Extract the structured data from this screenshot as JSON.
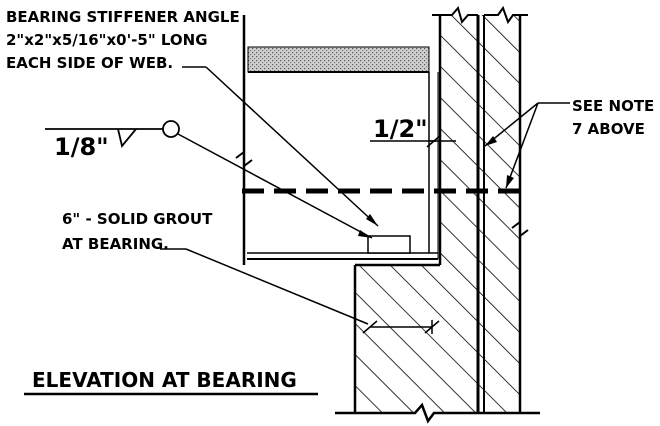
{
  "colors": {
    "line": "#000000",
    "background": "#ffffff",
    "concrete_fill": "#bdbdbd"
  },
  "labels": {
    "stiffener_line1": "BEARING STIFFENER ANGLE",
    "stiffener_line2": "2\"x2\"x5/16\"x0'-5\" LONG",
    "stiffener_line3": "EACH SIDE OF WEB.",
    "gap_dimension": "1/2\"",
    "weld_size": "1/8\"",
    "grout_line1": "6\" - SOLID GROUT",
    "grout_line2": "AT BEARING.",
    "note_line1": "SEE NOTE",
    "note_line2": "7 ABOVE",
    "title": "ELEVATION AT BEARING"
  }
}
